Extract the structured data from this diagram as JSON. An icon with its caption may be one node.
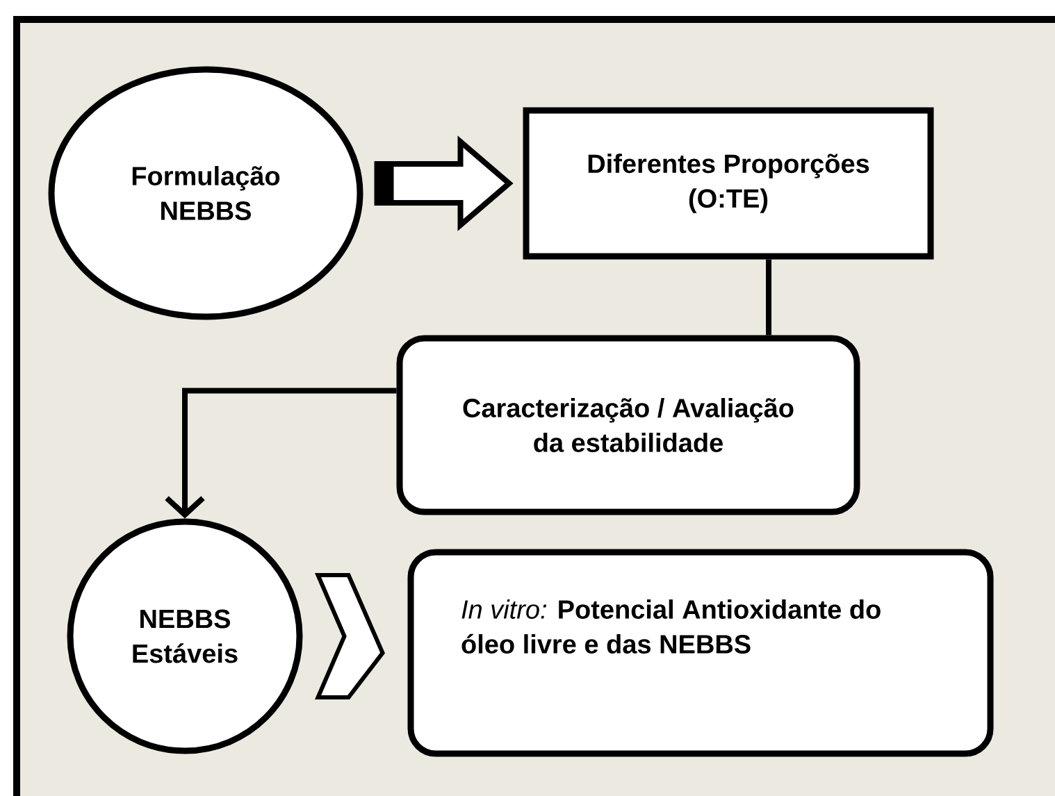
{
  "diagram": {
    "nodes": [
      {
        "text": [
          "Formulação NEBBS"
        ]
      },
      {
        "text": [
          "Diferentes Proporções (O:TE)"
        ]
      },
      {
        "text": [
          "Caracterização / Avaliação da estabilidade"
        ]
      },
      {
        "text": [
          "NEBBS Estáveis"
        ]
      },
      {
        "text": [
          "*In vitro:* **Potencial Antioxidante do óleo livre e das NEBBS**"
        ]
      }
    ],
    "edges": [
      {
        "from": 0,
        "to": 1,
        "arrow": "to"
      },
      {
        "from": 1,
        "to": 2,
        "arrow": "none"
      },
      {
        "from": 2,
        "to": 3,
        "arrow": "to"
      },
      {
        "from": 3,
        "to": 4,
        "arrow": "to"
      }
    ]
  }
}
